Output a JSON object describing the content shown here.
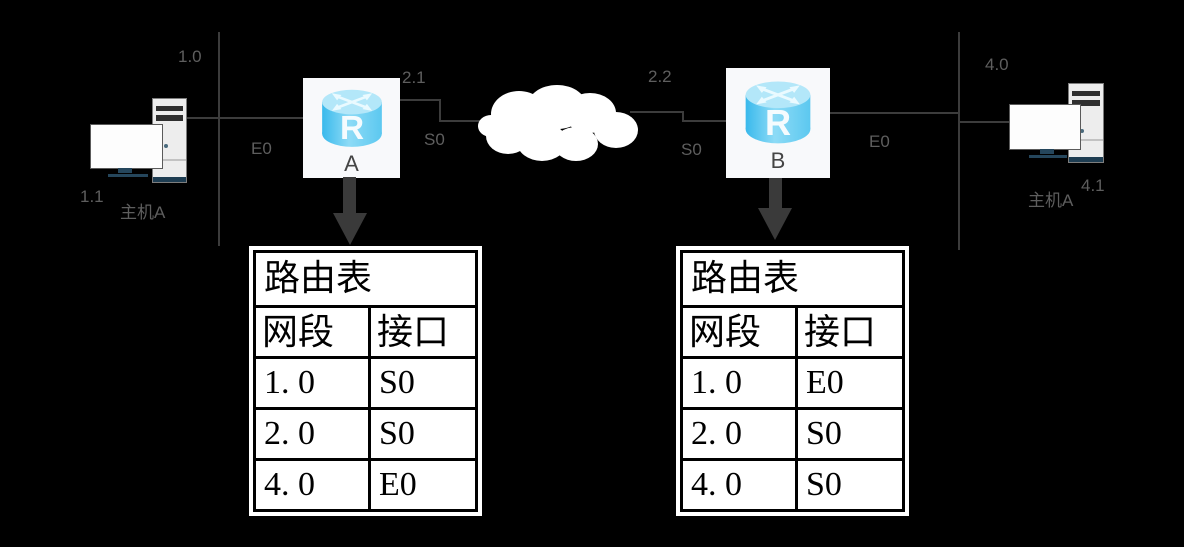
{
  "colors": {
    "background": "#000000",
    "line": "#3c3c3c",
    "label_text": "#5e5e5e",
    "router_body_blue": "#5cc8f0",
    "router_top_blue": "#b3e7f9",
    "router_box_bg": "#f8f9fb",
    "cloud_fill": "#ffffff",
    "arrow": "#3a3a3a",
    "table_bg": "#ffffff",
    "table_border": "#000000"
  },
  "labels": {
    "left_segment": "1.0",
    "left_eth": "E0",
    "left_host_ip": "1.1",
    "left_host_name": "主机A",
    "router_a_name": "A",
    "router_a_wan_ip": "2.1",
    "router_a_serial": "S0",
    "router_b_wan_ip": "2.2",
    "router_b_serial": "S0",
    "router_b_name": "B",
    "right_eth": "E0",
    "right_segment": "4.0",
    "right_host_ip": "4.1",
    "right_host_name": "主机A",
    "router_letter": "R"
  },
  "tables": {
    "router_a": {
      "title": "路由表",
      "columns": [
        "网段",
        "接口"
      ],
      "rows": [
        [
          "1. 0",
          "S0"
        ],
        [
          "2. 0",
          "S0"
        ],
        [
          "4. 0",
          "E0"
        ]
      ]
    },
    "router_b": {
      "title": "路由表",
      "columns": [
        "网段",
        "接口"
      ],
      "rows": [
        [
          "1. 0",
          "E0"
        ],
        [
          "2. 0",
          "S0"
        ],
        [
          "4. 0",
          "S0"
        ]
      ]
    }
  }
}
